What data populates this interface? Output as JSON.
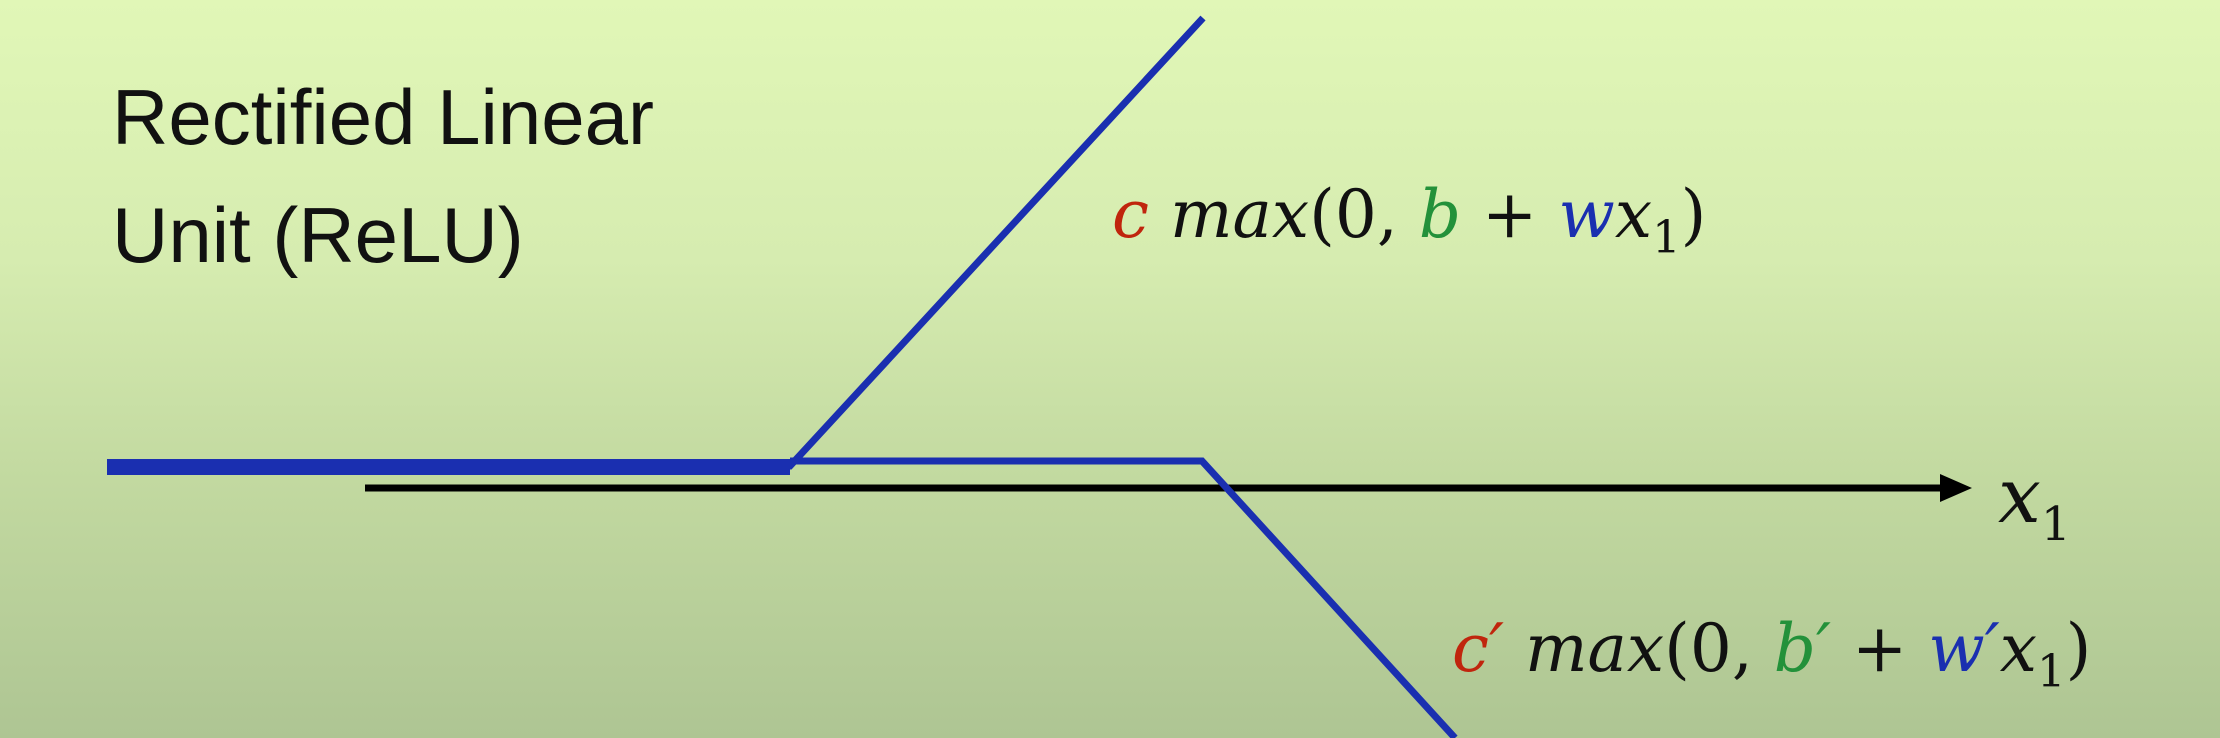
{
  "title": {
    "line1": "Rectified Linear",
    "line2": "Unit (ReLU)"
  },
  "axis": {
    "label_var": "x",
    "label_sub": "1"
  },
  "formula_top": {
    "c": "c",
    "max": "max",
    "open": "(0, ",
    "b": "b",
    "plus": " + ",
    "w": "w",
    "x": "x",
    "sub": "1",
    "close": ")"
  },
  "formula_bottom": {
    "c": "c′",
    "max": "max",
    "open": "(0, ",
    "b": "b′",
    "plus": " + ",
    "w": "w′",
    "x": "x",
    "sub": "1",
    "close": ")"
  },
  "colors": {
    "c_coefficient": "#c0250d",
    "b_bias": "#23913a",
    "w_weight": "#1a2fb0",
    "relu_line": "#1a2fb0",
    "axis": "#000000"
  }
}
